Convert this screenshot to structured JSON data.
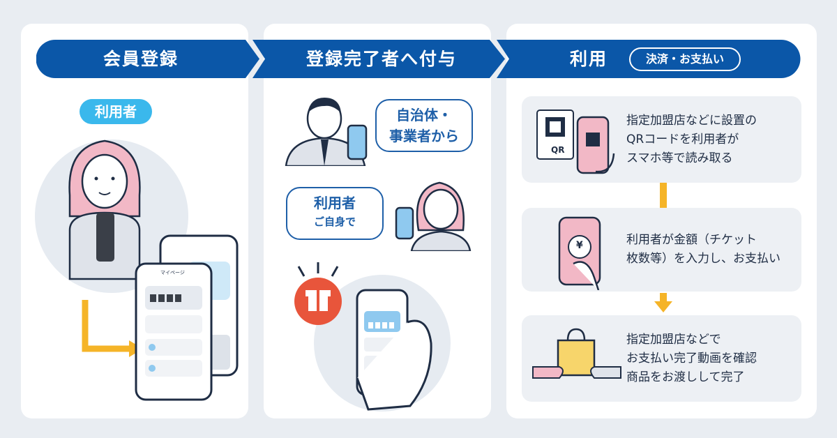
{
  "steps": [
    {
      "title": "会員登録"
    },
    {
      "title": "登録完了者へ付与"
    },
    {
      "title": "利用",
      "subtitle": "決済・お支払い"
    }
  ],
  "step1": {
    "user_pill": "利用者",
    "phone_header": "マイページ"
  },
  "step2": {
    "bubble_gov_line1": "自治体・",
    "bubble_gov_line2": "事業者から",
    "bubble_self_line1": "利用者",
    "bubble_self_line2": "ご自身で"
  },
  "step3": {
    "cards": [
      {
        "lines": [
          "指定加盟店などに設置の",
          "QRコードを利用者が",
          "スマホ等で読み取る"
        ],
        "icon_label": "QR"
      },
      {
        "lines": [
          "利用者が金額（チケット",
          "枚数等）を入力し、お支払い"
        ],
        "icon_label": "¥"
      },
      {
        "lines": [
          "指定加盟店などで",
          "お支払い完了動画を確認",
          "商品をお渡しして完了"
        ]
      }
    ]
  },
  "colors": {
    "ribbon": "#0b57a8",
    "accent_blue": "#3ab8ec",
    "arrow_orange": "#f5b428",
    "gift_red": "#e8553b",
    "background": "#e9edf2"
  }
}
